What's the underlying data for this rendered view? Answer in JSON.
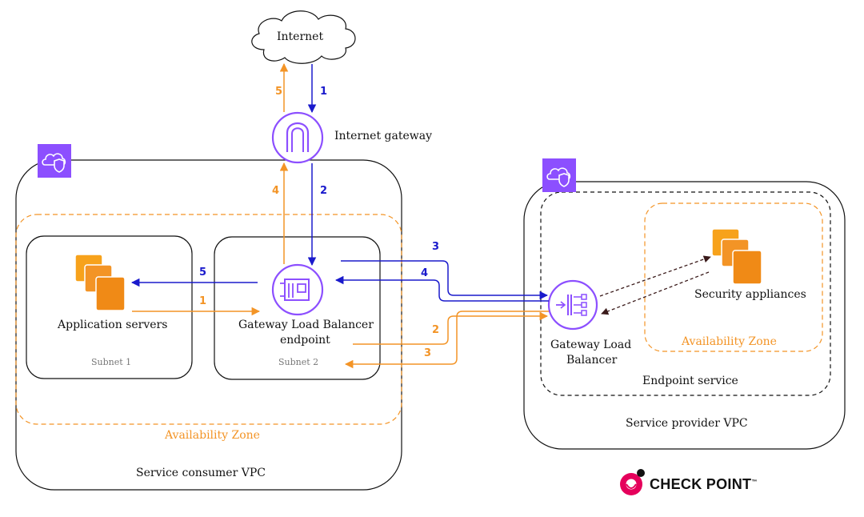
{
  "labels": {
    "internet": "Internet",
    "internet_gateway": "Internet gateway",
    "application_servers": "Application servers",
    "gwlb_endpoint_line1": "Gateway Load Balancer",
    "gwlb_endpoint_line2": "endpoint",
    "subnet1": "Subnet 1",
    "subnet2": "Subnet 2",
    "az_consumer": "Availability Zone",
    "consumer_vpc": "Service consumer VPC",
    "gwlb_line1": "Gateway Load",
    "gwlb_line2": "Balancer",
    "security_appliances": "Security appliances",
    "az_provider": "Availability Zone",
    "endpoint_service": "Endpoint service",
    "provider_vpc": "Service provider VPC"
  },
  "step_numbers": {
    "inet_out": "5",
    "inet_in": "1",
    "igw_out": "4",
    "igw_in": "2",
    "to_provider_blue": "3",
    "from_provider_blue": "4",
    "to_app": "5",
    "from_app": "1",
    "to_provider_orange": "2",
    "from_provider_orange": "3"
  },
  "colors": {
    "inbound_flow": "#1a1acc",
    "outbound_flow": "#f39426",
    "vpc_icon": "#8c4fff",
    "aws_orange": "#f39426",
    "appliance_link": "#5a2e2e"
  },
  "icons": {
    "vpc": "vpc-shield-cloud-icon",
    "gateway": "internet-gateway-icon",
    "endpoint": "gwlb-endpoint-icon",
    "gwlb": "gateway-load-balancer-icon",
    "servers": "ec2-instances-icon"
  },
  "logo": {
    "text": "CHECK POINT",
    "tm": "™"
  }
}
